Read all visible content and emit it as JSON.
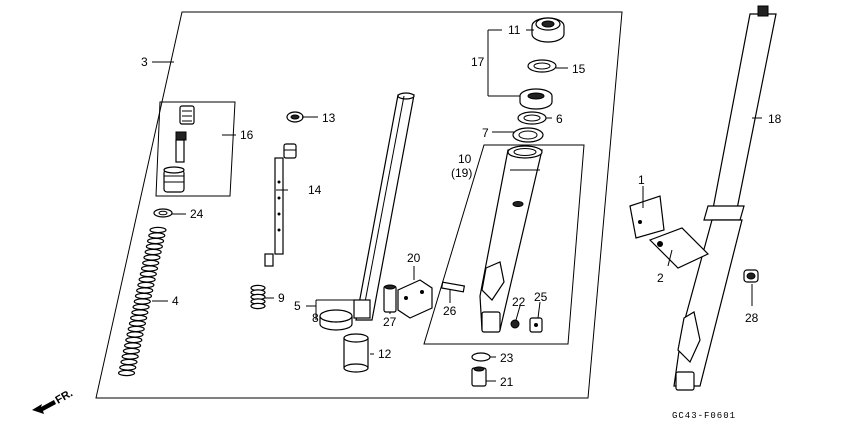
{
  "diagram_code": "GC43-F0601",
  "direction_label": "FR.",
  "callouts": [
    "1",
    "2",
    "3",
    "4",
    "5",
    "6",
    "7",
    "8",
    "9",
    "10",
    "(19)",
    "11",
    "12",
    "13",
    "14",
    "15",
    "16",
    "17",
    "18",
    "20",
    "21",
    "22",
    "23",
    "24",
    "25",
    "26",
    "27",
    "28"
  ]
}
